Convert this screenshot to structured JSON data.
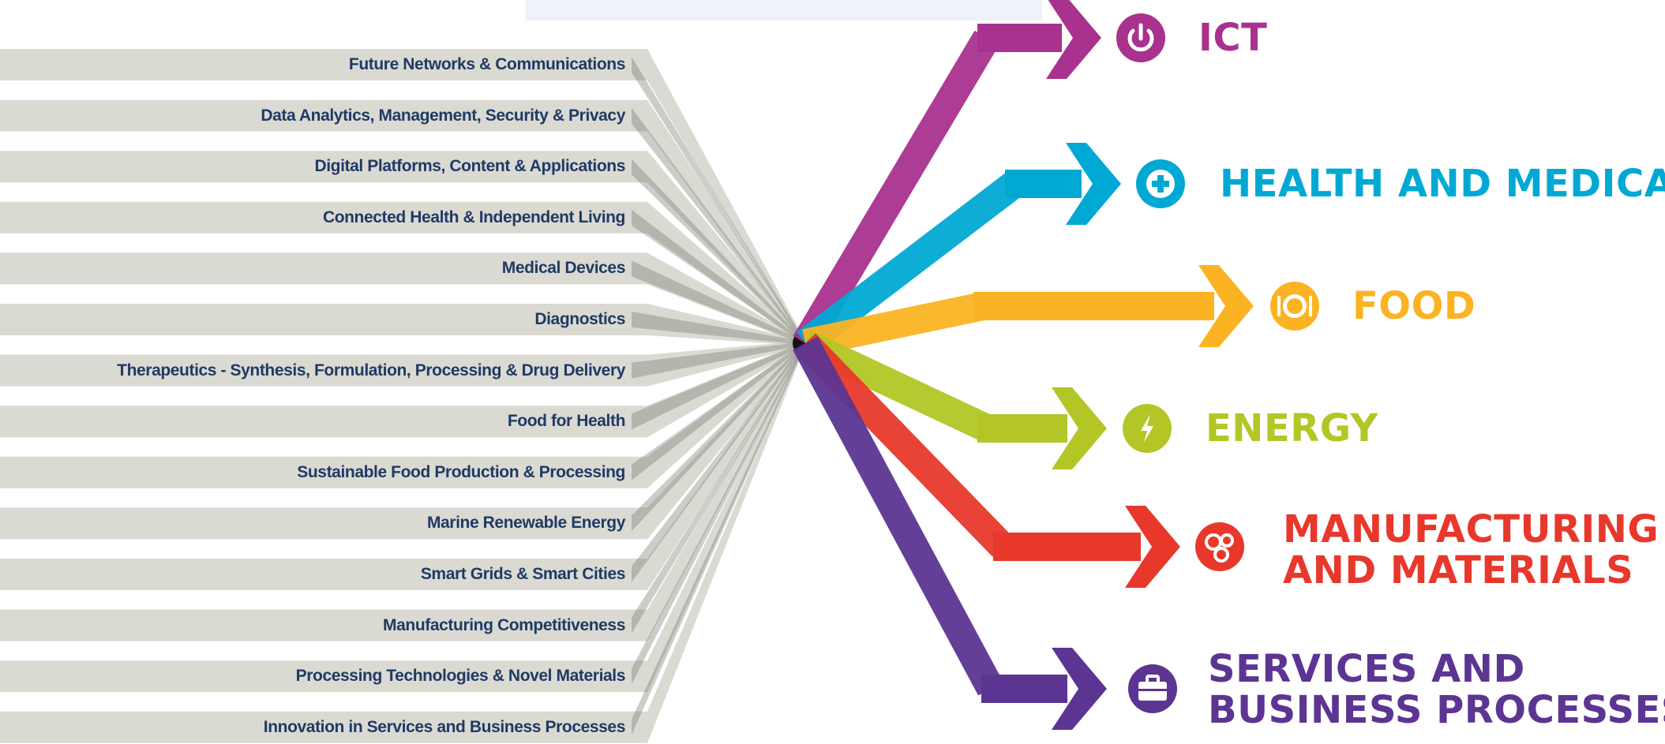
{
  "left_items": [
    "Future Networks & Communications",
    "Data Analytics, Management, Security & Privacy",
    "Digital Platforms, Content & Applications",
    "Connected Health & Independent Living",
    "Medical Devices",
    "Diagnostics",
    "Therapeutics - Synthesis, Formulation, Processing & Drug Delivery",
    "Food for Health",
    "Sustainable Food Production & Processing",
    "Marine Renewable Energy",
    "Smart Grids & Smart Cities",
    "Manufacturing Competitiveness",
    "Processing Technologies & Novel Materials",
    "Innovation in Services and Business Processes"
  ],
  "sectors": [
    {
      "line1": "ICT",
      "line2": "",
      "color": "#a8328e",
      "icon": "power-icon"
    },
    {
      "line1": "HEALTH AND MEDICAL",
      "line2": "",
      "color": "#00a9d4",
      "icon": "medical-cross-icon"
    },
    {
      "line1": "FOOD",
      "line2": "",
      "color": "#fbb323",
      "icon": "plate-icon"
    },
    {
      "line1": "ENERGY",
      "line2": "",
      "color": "#b3c626",
      "icon": "lightning-icon"
    },
    {
      "line1": "MANUFACTURING",
      "line2": "AND MATERIALS",
      "color": "#e8382b",
      "icon": "gears-icon"
    },
    {
      "line1": "SERVICES AND",
      "line2": "BUSINESS PROCESSES",
      "color": "#5c3592",
      "icon": "briefcase-icon"
    }
  ]
}
